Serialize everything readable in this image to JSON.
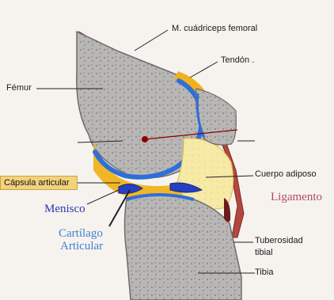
{
  "labels": {
    "quadriceps": "M. cuádriceps femoral",
    "tendon": "Tendón .",
    "femur": "Fémur",
    "fat_pad": "Cuerpo adiposo",
    "capsule": "Cápsula articular",
    "ligament": "Ligamento",
    "meniscus": "Menisco",
    "cartilage_line1": "Cartílago",
    "cartilage_line2": "Articular",
    "tibial_tuberosity_line1": "Tuberosidad",
    "tibial_tuberosity_line2": "tibial",
    "tibia": "Tibia"
  },
  "colors": {
    "bone": "#b4b2b0",
    "cartilage": "#2f6fd6",
    "capsule": "#f0b21c",
    "fat_pad": "#f7e9a6",
    "muscle": "#b3473f",
    "ligament_text": "#b24a6a",
    "meniscus_text": "#2838a8",
    "cartilage_text": "#3f7fd0"
  }
}
